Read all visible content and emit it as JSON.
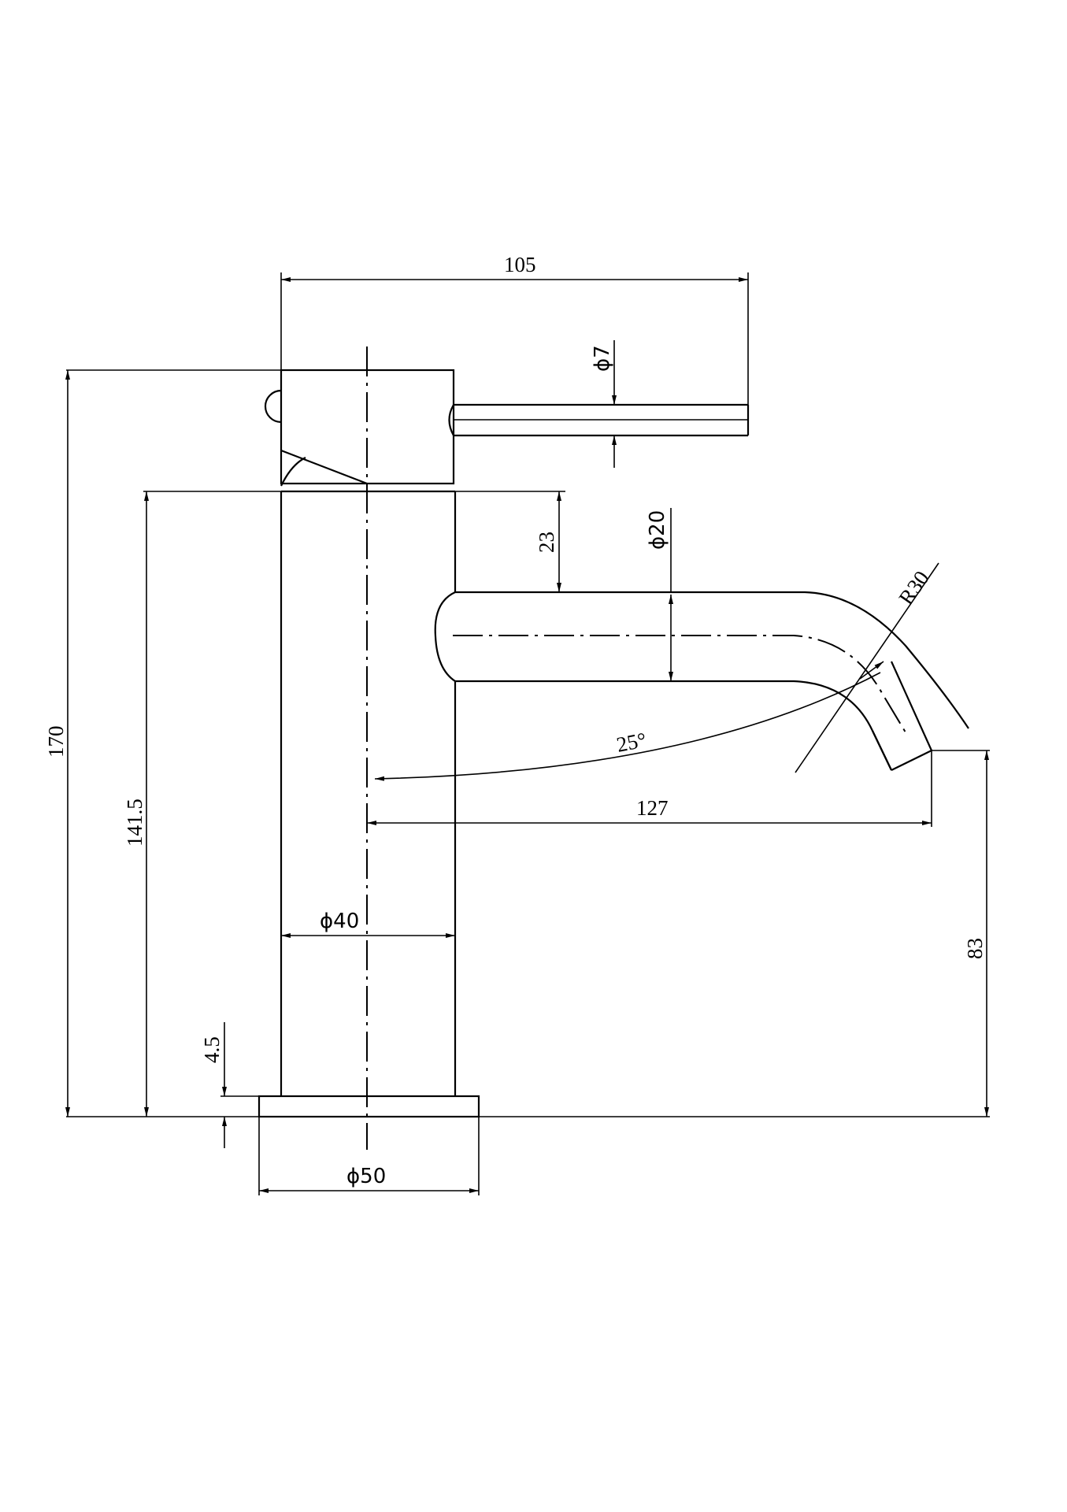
{
  "drawing": {
    "subject": "basin mixer tap",
    "line_color": "#000000",
    "background": "#ffffff"
  },
  "dimensions": {
    "handle_reach": "105",
    "lever_diameter": "ϕ7",
    "spout_drop": "23",
    "spout_diameter": "ϕ20",
    "spout_radius": "R30",
    "spout_angle": "25°",
    "spout_reach": "127",
    "overall_height": "170",
    "body_height": "141.5",
    "body_diameter": "ϕ40",
    "base_thickness": "4.5",
    "outlet_height": "83",
    "base_diameter": "ϕ50"
  }
}
